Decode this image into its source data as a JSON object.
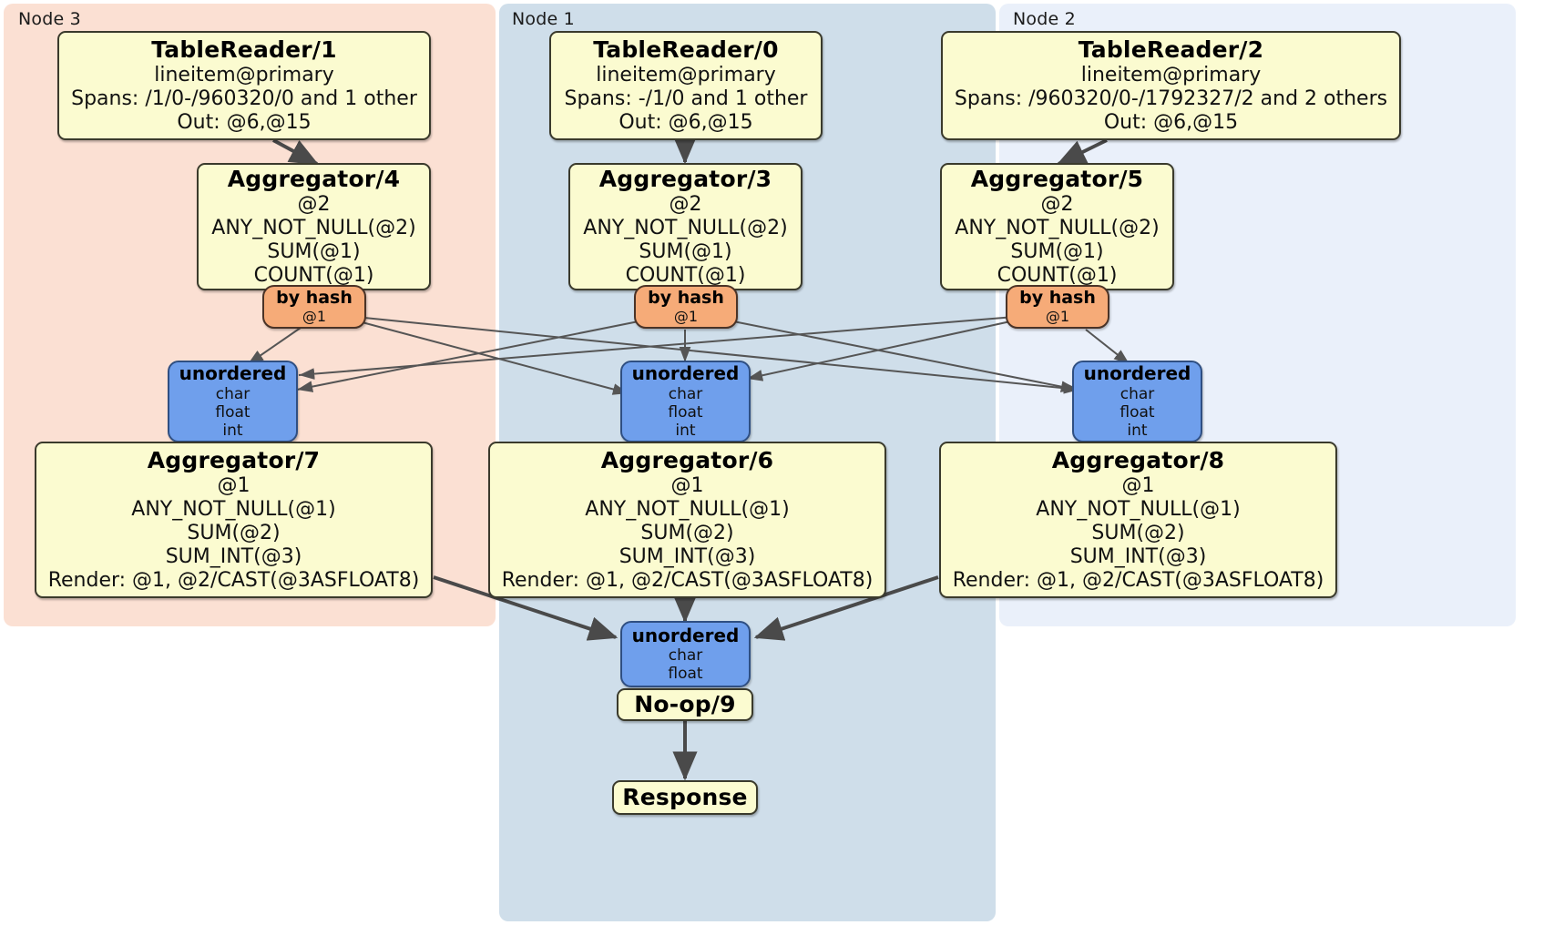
{
  "diagram": {
    "title": "Distributed query plan",
    "colors": {
      "node3_panel": "#fbe0d3",
      "node1_panel": "#cfdeea",
      "node2_panel": "#eaf0fa",
      "processor_fill": "#fbfbd0",
      "router_fill": "#f6ab78",
      "sync_fill": "#6f9fec",
      "edge": "#4a4a4a",
      "edge_thin": "#555555"
    }
  },
  "panels": [
    {
      "id": "node3",
      "label": "Node 3"
    },
    {
      "id": "node1",
      "label": "Node 1"
    },
    {
      "id": "node2",
      "label": "Node 2"
    }
  ],
  "nodes": {
    "tablereader1": {
      "title": "TableReader/1",
      "lines": [
        "lineitem@primary",
        "Spans: /1/0-/960320/0 and 1 other",
        "Out: @6,@15"
      ]
    },
    "tablereader0": {
      "title": "TableReader/0",
      "lines": [
        "lineitem@primary",
        "Spans: -/1/0 and 1 other",
        "Out: @6,@15"
      ]
    },
    "tablereader2": {
      "title": "TableReader/2",
      "lines": [
        "lineitem@primary",
        "Spans: /960320/0-/1792327/2 and 2 others",
        "Out: @6,@15"
      ]
    },
    "aggregator4": {
      "title": "Aggregator/4",
      "lines": [
        "@2",
        "ANY_NOT_NULL(@2)",
        "SUM(@1)",
        "COUNT(@1)"
      ]
    },
    "aggregator3": {
      "title": "Aggregator/3",
      "lines": [
        "@2",
        "ANY_NOT_NULL(@2)",
        "SUM(@1)",
        "COUNT(@1)"
      ]
    },
    "aggregator5": {
      "title": "Aggregator/5",
      "lines": [
        "@2",
        "ANY_NOT_NULL(@2)",
        "SUM(@1)",
        "COUNT(@1)"
      ]
    },
    "byhash_left": {
      "title": "by hash",
      "lines": [
        "@1"
      ]
    },
    "byhash_center": {
      "title": "by hash",
      "lines": [
        "@1"
      ]
    },
    "byhash_right": {
      "title": "by hash",
      "lines": [
        "@1"
      ]
    },
    "unordered_left": {
      "title": "unordered",
      "lines": [
        "char",
        "float",
        "int"
      ]
    },
    "unordered_center": {
      "title": "unordered",
      "lines": [
        "char",
        "float",
        "int"
      ]
    },
    "unordered_right": {
      "title": "unordered",
      "lines": [
        "char",
        "float",
        "int"
      ]
    },
    "aggregator7": {
      "title": "Aggregator/7",
      "lines": [
        "@1",
        "ANY_NOT_NULL(@1)",
        "SUM(@2)",
        "SUM_INT(@3)",
        "Render: @1, @2/CAST(@3ASFLOAT8)"
      ]
    },
    "aggregator6": {
      "title": "Aggregator/6",
      "lines": [
        "@1",
        "ANY_NOT_NULL(@1)",
        "SUM(@2)",
        "SUM_INT(@3)",
        "Render: @1, @2/CAST(@3ASFLOAT8)"
      ]
    },
    "aggregator8": {
      "title": "Aggregator/8",
      "lines": [
        "@1",
        "ANY_NOT_NULL(@1)",
        "SUM(@2)",
        "SUM_INT(@3)",
        "Render: @1, @2/CAST(@3ASFLOAT8)"
      ]
    },
    "unordered_final": {
      "title": "unordered",
      "lines": [
        "char",
        "float"
      ]
    },
    "noop9": {
      "title": "No-op/9",
      "lines": []
    },
    "response": {
      "title": "Response",
      "lines": []
    }
  }
}
